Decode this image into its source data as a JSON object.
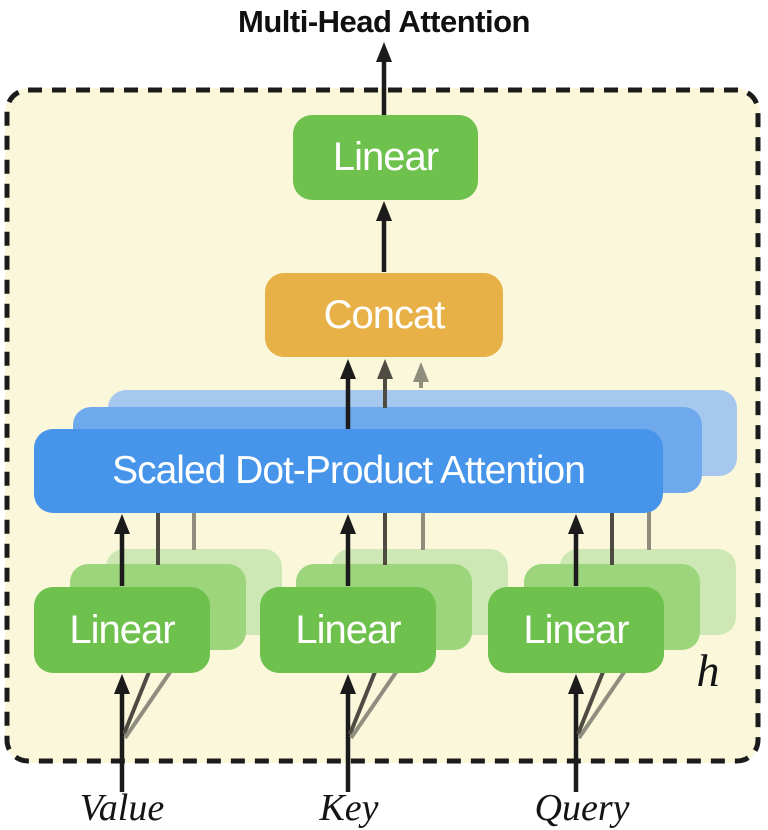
{
  "title": "Multi-Head Attention",
  "diagram": {
    "top_linear": "Linear",
    "concat": "Concat",
    "attention": "Scaled Dot-Product Attention",
    "bottom_linear": [
      "Linear",
      "Linear",
      "Linear"
    ],
    "inputs": [
      "Value",
      "Key",
      "Query"
    ],
    "heads_label": "h"
  },
  "colors": {
    "panel": "#FAF7DA",
    "ink": "#1b1b1b",
    "gray-dark": "#4e4c42",
    "gray-light": "#8f8d7e",
    "green": "#6EC14D",
    "green-mid": "#9CD57B",
    "green-back": "#CDE8B5",
    "blue": "#4795EA",
    "blue-mid": "#6FA9ED",
    "blue-back": "#A6C8EF",
    "orange": "#E8B148",
    "label-ink": "#141414"
  }
}
